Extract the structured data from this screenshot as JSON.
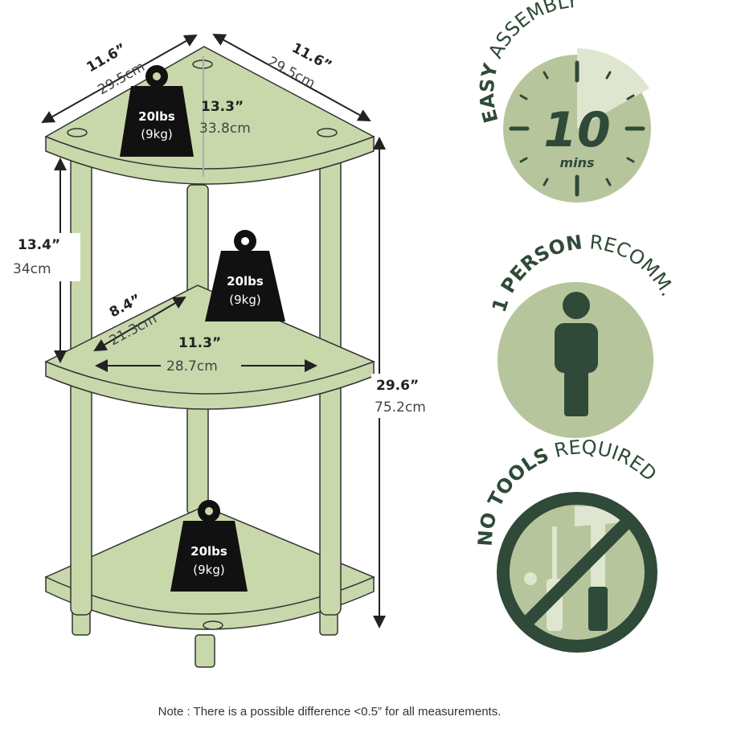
{
  "dimensions": {
    "top_left_in": "11.6”",
    "top_left_cm": "29.5cm",
    "top_right_in": "11.6”",
    "top_right_cm": "29.5cm",
    "depth_in": "13.3”",
    "depth_cm": "33.8cm",
    "shelf_gap_in": "13.4”",
    "shelf_gap_cm": "34cm",
    "inner_depth_in": "8.4”",
    "inner_depth_cm": "21.3cm",
    "inner_width_in": "11.3”",
    "inner_width_cm": "28.7cm",
    "height_in": "29.6”",
    "height_cm": "75.2cm"
  },
  "weights": [
    {
      "lbs": "20lbs",
      "kg": "(9kg)"
    },
    {
      "lbs": "20lbs",
      "kg": "(9kg)"
    },
    {
      "lbs": "20lbs",
      "kg": "(9kg)"
    }
  ],
  "badges": {
    "assembly": {
      "bold": "EASY",
      "regular": " ASSEMBLY",
      "number": "10",
      "unit": "mins"
    },
    "person": {
      "bold": "1 PERSON",
      "regular": " RECOMM."
    },
    "tools": {
      "bold": "NO TOOLS",
      "regular": " REQUIRED"
    }
  },
  "note": "Note : There is a possible difference <0.5” for all measurements.",
  "colors": {
    "shelf": "#c8d8ab",
    "dark_green": "#2f4a38",
    "badge": "#b7c59c",
    "badge_light": "#dfe6cf"
  }
}
